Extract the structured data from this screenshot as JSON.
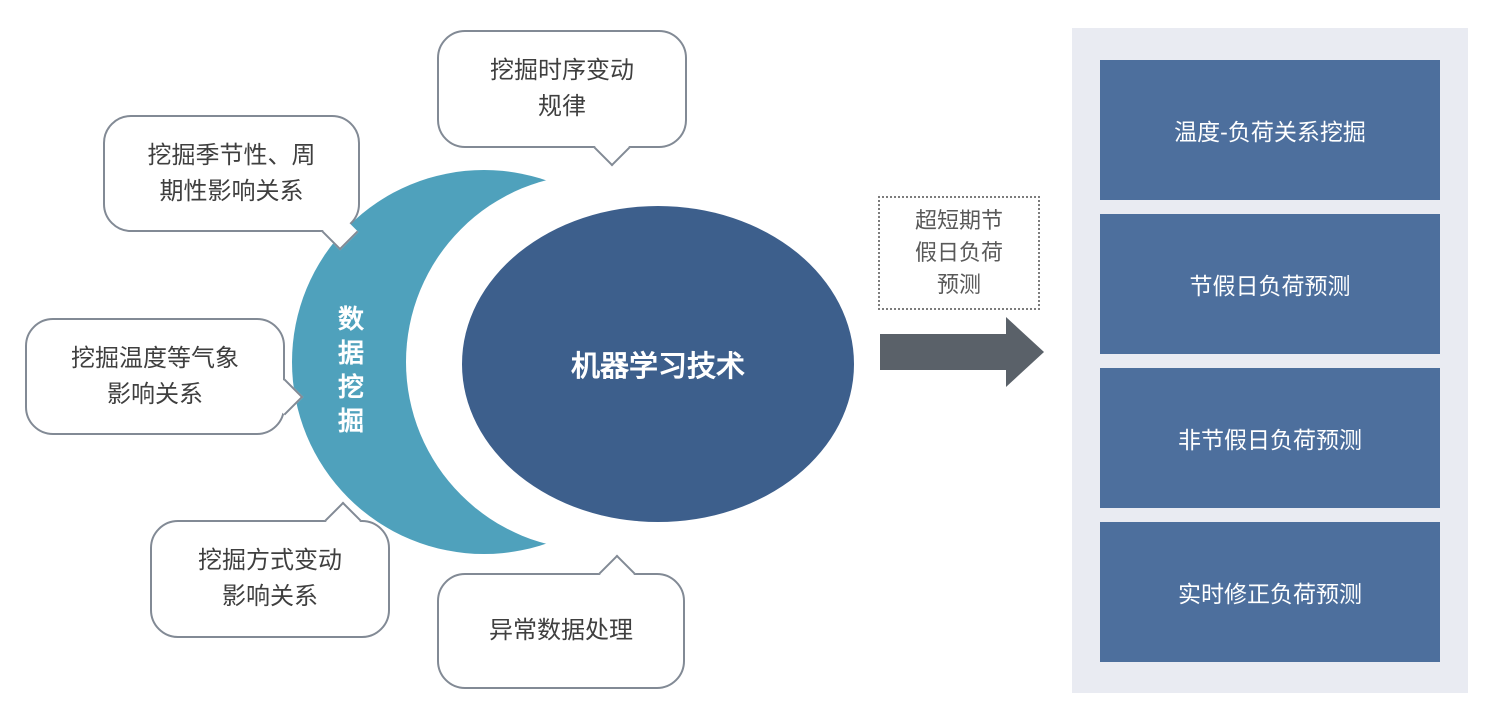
{
  "callouts": [
    {
      "name": "timeseries",
      "text": "挖掘时序变动\n规律"
    },
    {
      "name": "seasonal",
      "text": "挖掘季节性、周\n期性影响关系"
    },
    {
      "name": "weather",
      "text": "挖掘温度等气象\n影响关系"
    },
    {
      "name": "mode",
      "text": "挖掘方式变动\n影响关系"
    },
    {
      "name": "abnormal",
      "text": "异常数据处理"
    }
  ],
  "crescent": {
    "label": "数据挖掘",
    "color": "#4FA1BC"
  },
  "center_ellipse": {
    "label": "机器学习技术",
    "color": "#3D5F8C"
  },
  "transition": {
    "label": "超短期节\n假日负荷\n预测"
  },
  "output_panel": {
    "background": "#E9EBF2",
    "box_color": "#4D6F9D",
    "items": [
      {
        "label": "温度-负荷关系挖掘"
      },
      {
        "label": "节假日负荷预测"
      },
      {
        "label": "非节假日负荷预测"
      },
      {
        "label": "实时修正负荷预测"
      }
    ]
  },
  "colors": {
    "teal_crescent": "#4FA1BC",
    "navy_ellipse": "#3D5F8C",
    "steel_blue_box": "#4D6F9D",
    "panel_background": "#E9EBF2",
    "arrow_gray": "#5A6169",
    "callout_border": "#828A95",
    "callout_text": "#3F3F3F",
    "dotted_box_text": "#595959"
  }
}
